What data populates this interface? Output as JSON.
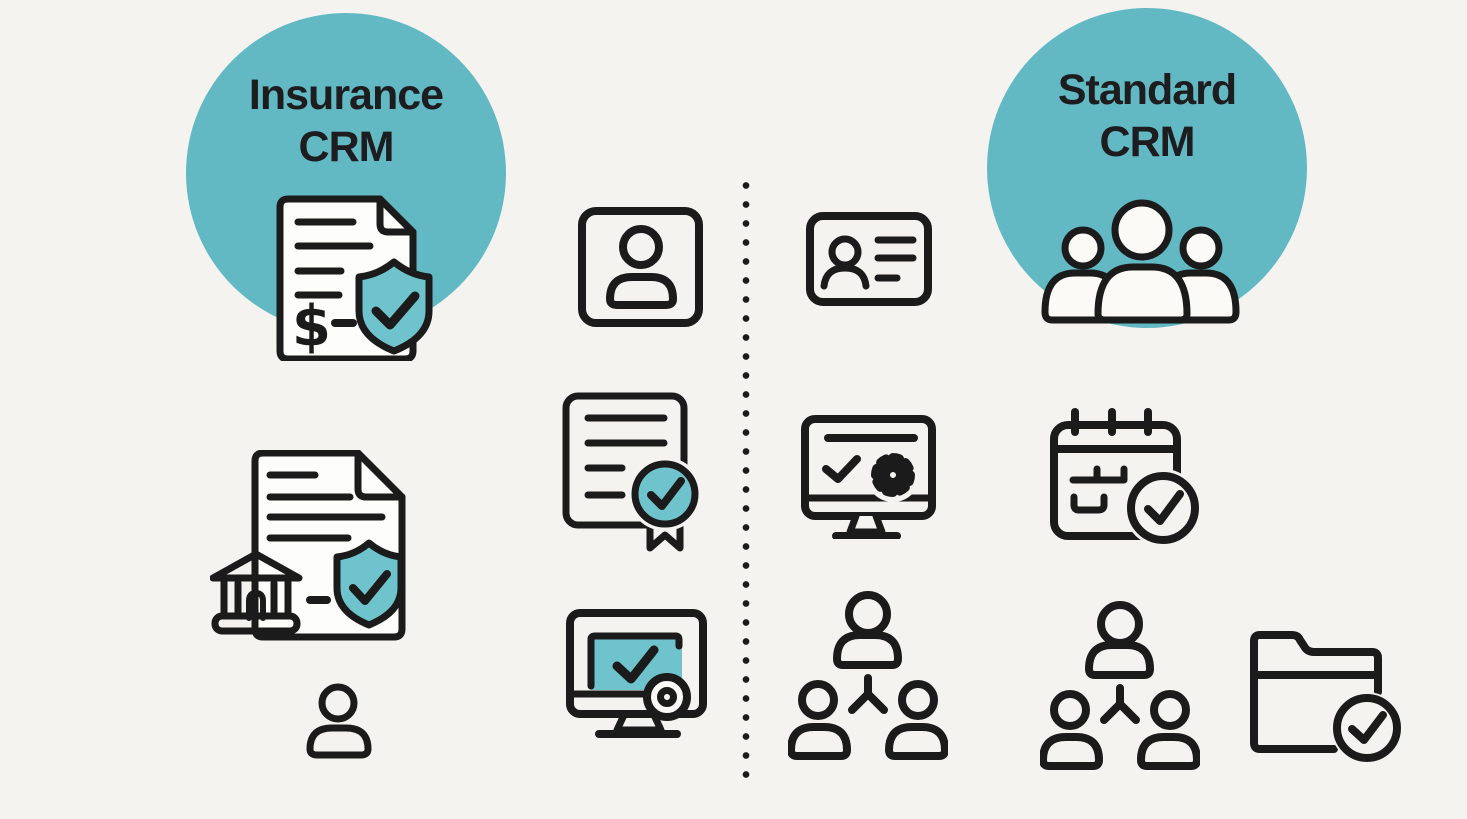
{
  "graphic": {
    "background_color": "#f5f3f0",
    "badge_color": "#62b9c3",
    "icon_accent_color": "#6fc3cc",
    "ink_color": "#1b1b1b"
  },
  "left_panel": {
    "name": "Insurance CRM",
    "title_line1": "Insurance",
    "title_line2": "CRM",
    "icon_names": [
      "insurance-policy-shield-icon",
      "contact-profile-icon",
      "certificate-approved-icon",
      "bank-policy-shield-icon",
      "client-person-icon",
      "monitor-approved-icon"
    ]
  },
  "right_panel": {
    "name": "Standard CRM",
    "title_line1": "Standard",
    "title_line2": "CRM",
    "icon_names": [
      "id-card-icon",
      "people-group-icon",
      "monitor-settings-check-icon",
      "calendar-check-icon",
      "team-hierarchy-icon",
      "team-hierarchy-icon",
      "folder-check-icon"
    ]
  },
  "divider": {
    "style": "vertical-dotted-line"
  },
  "currency_symbol": "$"
}
